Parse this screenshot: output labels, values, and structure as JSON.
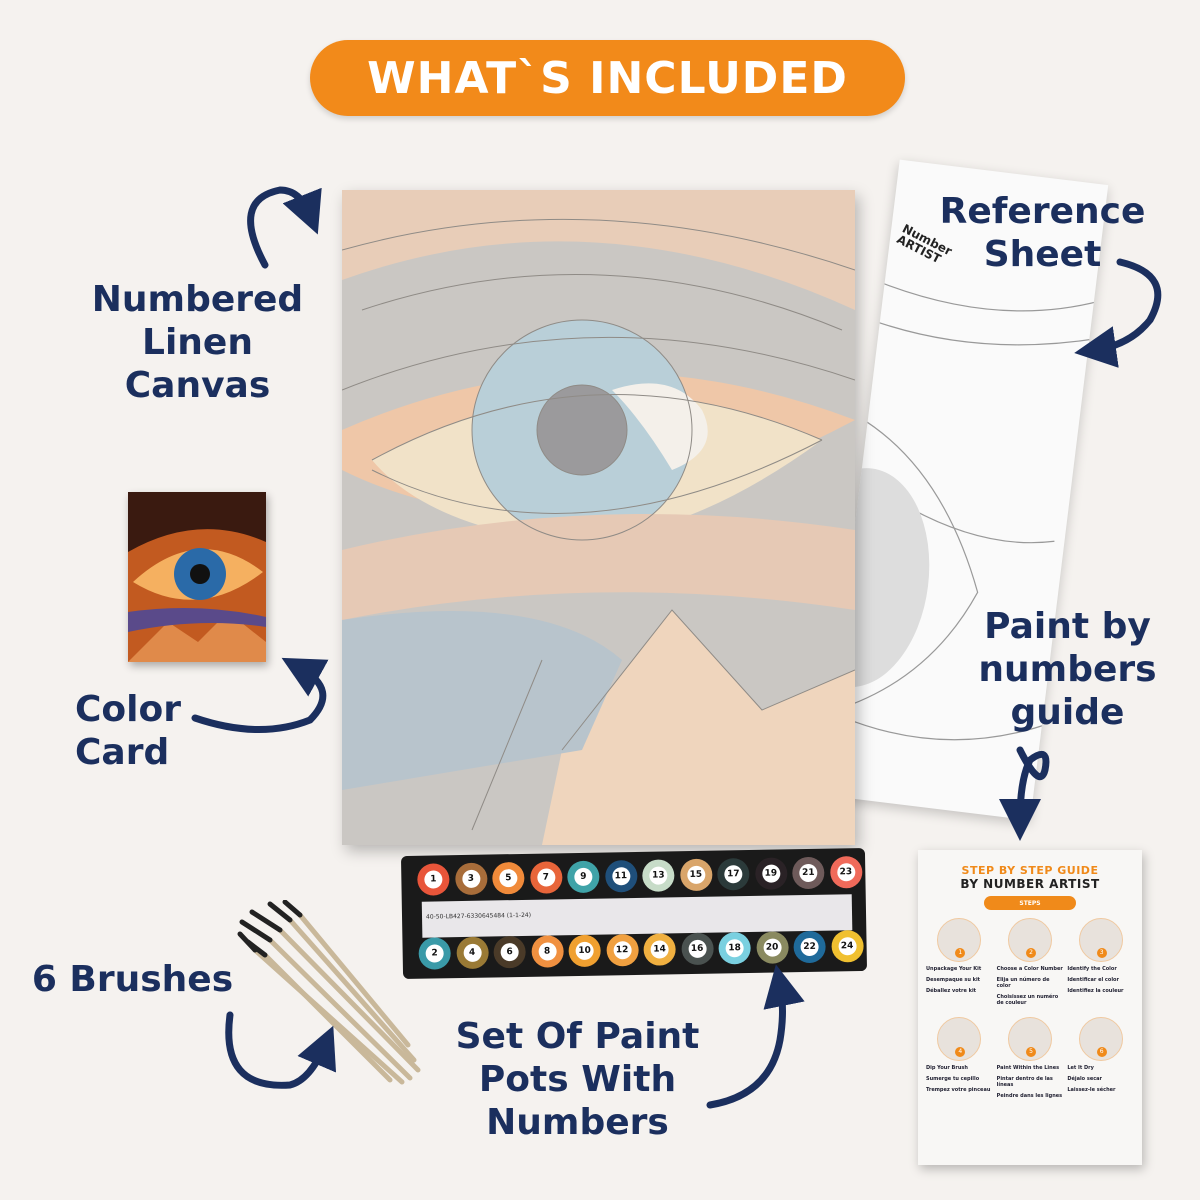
{
  "header": {
    "title": "WHAT`S INCLUDED"
  },
  "labels": {
    "canvas": [
      "Numbered",
      "Linen",
      "Canvas"
    ],
    "reference": [
      "Reference",
      "Sheet"
    ],
    "color_card": [
      "Color",
      "Card"
    ],
    "guide": [
      "Paint by",
      "numbers",
      "guide"
    ],
    "brushes": "6 Brushes",
    "pots": [
      "Set Of Paint",
      "Pots With",
      "Numbers"
    ]
  },
  "reference_sheet": {
    "logo": [
      "Number",
      "ARTIST"
    ]
  },
  "strip": {
    "code": "40-50-LB427-6330645484 (1-1-24)"
  },
  "pots": [
    {
      "n": 1,
      "c": "#e8553a"
    },
    {
      "n": 3,
      "c": "#a86d3a"
    },
    {
      "n": 5,
      "c": "#f08a3a"
    },
    {
      "n": 7,
      "c": "#e8653a"
    },
    {
      "n": 9,
      "c": "#3fa3a8"
    },
    {
      "n": 11,
      "c": "#1f4f7a"
    },
    {
      "n": 13,
      "c": "#c7dcc8"
    },
    {
      "n": 15,
      "c": "#d9a56a"
    },
    {
      "n": 17,
      "c": "#2b3a3a"
    },
    {
      "n": 19,
      "c": "#2a2226"
    },
    {
      "n": 21,
      "c": "#6e5a5a"
    },
    {
      "n": 23,
      "c": "#f06a5a"
    },
    {
      "n": 2,
      "c": "#3a9aa8"
    },
    {
      "n": 4,
      "c": "#9a7a35"
    },
    {
      "n": 6,
      "c": "#4a3a28"
    },
    {
      "n": 8,
      "c": "#f09040"
    },
    {
      "n": 10,
      "c": "#f0a030"
    },
    {
      "n": 12,
      "c": "#f0a040"
    },
    {
      "n": 14,
      "c": "#f0b040"
    },
    {
      "n": 16,
      "c": "#4a5250"
    },
    {
      "n": 18,
      "c": "#7ad0e0"
    },
    {
      "n": 20,
      "c": "#8a8a60"
    },
    {
      "n": 22,
      "c": "#1f6a9a"
    },
    {
      "n": 24,
      "c": "#f0c030"
    }
  ],
  "guide_card": {
    "title": "STEP BY STEP GUIDE",
    "subtitle": "BY NUMBER ARTIST",
    "button": "STEPS",
    "steps": [
      {
        "n": "1",
        "en": "Unpackage Your Kit",
        "es": "Desempaque su kit",
        "fr": "Déballez votre kit"
      },
      {
        "n": "2",
        "en": "Choose a Color Number",
        "es": "Elija un número de color",
        "fr": "Choisissez un numéro de couleur"
      },
      {
        "n": "3",
        "en": "Identify the Color",
        "es": "Identificar el color",
        "fr": "Identifiez la couleur"
      },
      {
        "n": "4",
        "en": "Dip Your Brush",
        "es": "Sumerge tu cepillo",
        "fr": "Trempez votre pinceau"
      },
      {
        "n": "5",
        "en": "Paint Within the Lines",
        "es": "Pintar dentro de las líneas",
        "fr": "Peindre dans les lignes"
      },
      {
        "n": "6",
        "en": "Let It Dry",
        "es": "Déjalo secar",
        "fr": "Laissez-le sécher"
      }
    ]
  },
  "colors": {
    "accent": "#f28a1a",
    "navy": "#1b2f5e"
  }
}
